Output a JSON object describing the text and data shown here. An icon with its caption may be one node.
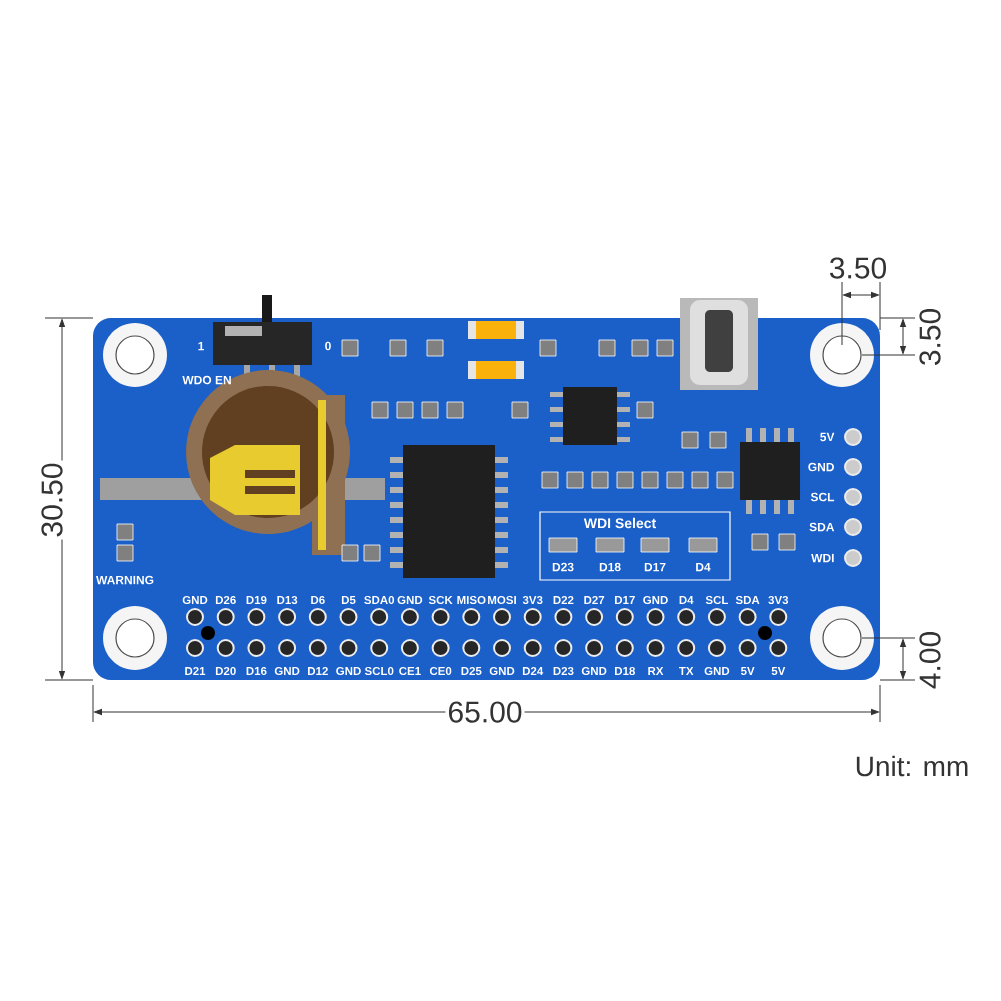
{
  "diagram": {
    "labels": [
      "3.50",
      "3.50",
      "1",
      "0",
      "WDO EN",
      "5V",
      "GND",
      "SCL",
      "SDA",
      "WDI",
      "30.50",
      "WDI Select",
      "D23",
      "D18",
      "D17",
      "D4",
      "WARNING",
      "GND",
      "D26",
      "D19",
      "D13",
      "D6",
      "D5",
      "SDA0",
      "GND",
      "SCK",
      "MISO",
      "MOSI",
      "3V3",
      "D22",
      "D27",
      "D17",
      "GND",
      "D4",
      "SCL",
      "SDA",
      "3V3",
      "D21",
      "D20",
      "D16",
      "GND",
      "D12",
      "GND",
      "SCL0",
      "CE1",
      "CE0",
      "D25",
      "GND",
      "D24",
      "D23",
      "GND",
      "D18",
      "RX",
      "TX",
      "GND",
      "5V",
      "5V",
      "4.00",
      "65.00",
      "Unit: mm"
    ]
  }
}
